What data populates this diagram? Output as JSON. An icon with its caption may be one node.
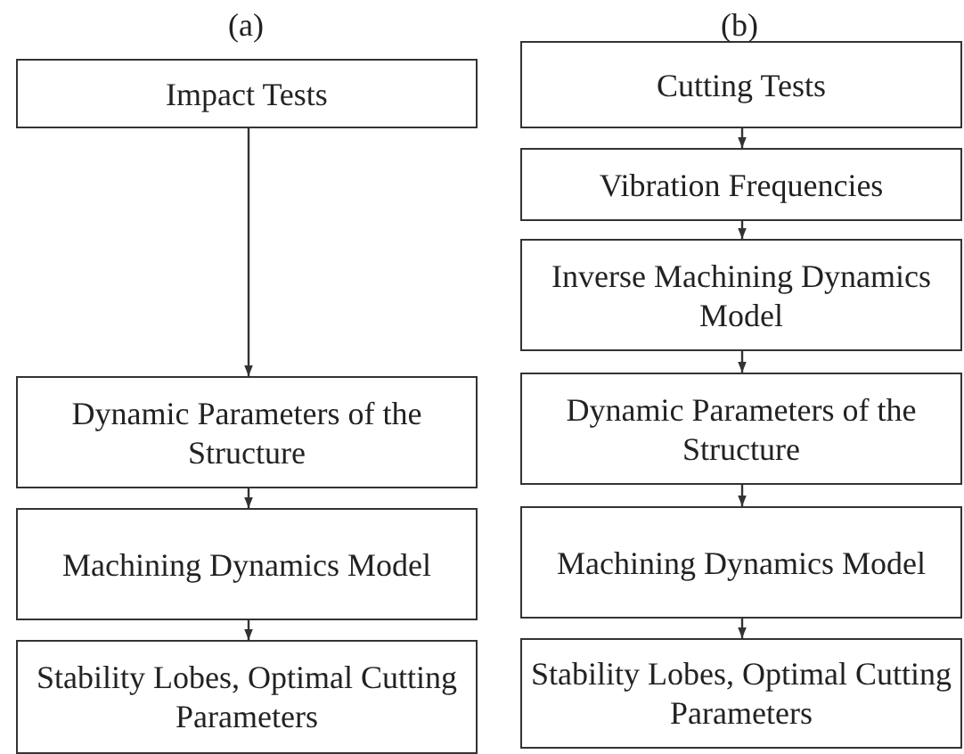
{
  "diagram": {
    "nodes": [
      {
        "text": [
          "Impact Tests"
        ]
      },
      {
        "text": [
          "Dynamic Parameters of the Structure"
        ]
      },
      {
        "text": [
          "Machining Dynamics Model"
        ]
      },
      {
        "text": [
          "Stability Lobes, Optimal Cutting Parameters"
        ]
      },
      {
        "text": [
          "Cutting Tests"
        ]
      },
      {
        "text": [
          "Vibration Frequencies"
        ]
      },
      {
        "text": [
          "Inverse Machining Dynamics Model"
        ]
      },
      {
        "text": [
          "Dynamic Parameters of the Structure"
        ]
      },
      {
        "text": [
          "Machining Dynamics Model"
        ]
      },
      {
        "text": [
          "Stability Lobes, Optimal Cutting Parameters"
        ]
      }
    ],
    "edges": [
      {
        "from": 0,
        "to": 1,
        "arrow": "to"
      },
      {
        "from": 1,
        "to": 2,
        "arrow": "to"
      },
      {
        "from": 2,
        "to": 3,
        "arrow": "to"
      },
      {
        "from": 4,
        "to": 5,
        "arrow": "to"
      },
      {
        "from": 5,
        "to": 6,
        "arrow": "to"
      },
      {
        "from": 6,
        "to": 7,
        "arrow": "to"
      },
      {
        "from": 7,
        "to": 8,
        "arrow": "to"
      },
      {
        "from": 8,
        "to": 9,
        "arrow": "to"
      }
    ],
    "labels": [
      "(a)",
      "(b)"
    ]
  }
}
